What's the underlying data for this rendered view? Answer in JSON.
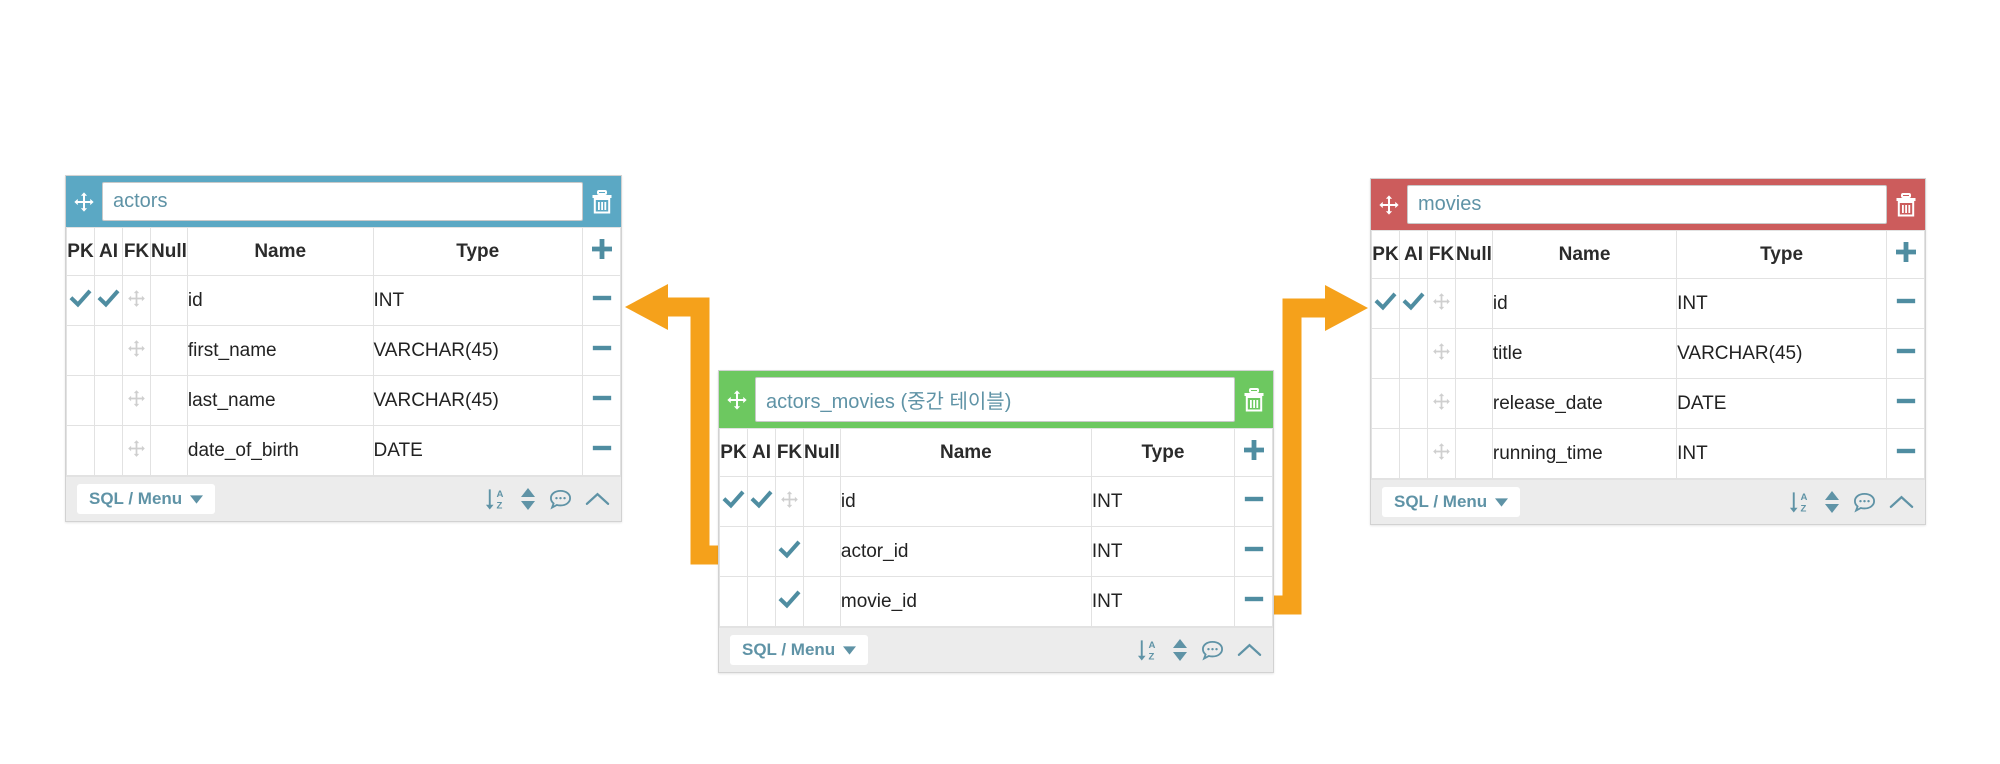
{
  "theme": {
    "accent_teal": "#5f93a6",
    "header_blue": "#5ba8c4",
    "header_green": "#6dc860",
    "header_red": "#cc5c5c",
    "connector_orange": "#f5a11b",
    "footer_bg": "#ececec"
  },
  "columns": {
    "pk": "PK",
    "ai": "AI",
    "fk": "FK",
    "null": "Null",
    "name": "Name",
    "type": "Type"
  },
  "footer": {
    "sql_menu_label": "SQL / Menu",
    "caret": "▼",
    "icons": {
      "sort_az": "sort-alpha-icon",
      "reorder": "reorder-updown-icon",
      "comment": "comment-icon",
      "collapse": "collapse-chevron-icon"
    }
  },
  "icons": {
    "move": "move-handle-icon",
    "trash": "trash-icon",
    "add_row": "plus-icon",
    "remove_row": "minus-icon",
    "checked": "checkmark-icon"
  },
  "tables": [
    {
      "id": "actors",
      "title": "actors",
      "header_color": "#5ba8c4",
      "color_name": "blue",
      "rows": [
        {
          "pk": true,
          "ai": true,
          "fk": false,
          "null": false,
          "name": "id",
          "type": "INT"
        },
        {
          "pk": false,
          "ai": false,
          "fk": false,
          "null": false,
          "name": "first_name",
          "type": "VARCHAR(45)"
        },
        {
          "pk": false,
          "ai": false,
          "fk": false,
          "null": false,
          "name": "last_name",
          "type": "VARCHAR(45)"
        },
        {
          "pk": false,
          "ai": false,
          "fk": false,
          "null": false,
          "name": "date_of_birth",
          "type": "DATE"
        }
      ]
    },
    {
      "id": "actors_movies",
      "title": "actors_movies (중간 테이블)",
      "header_color": "#6dc860",
      "color_name": "green",
      "rows": [
        {
          "pk": true,
          "ai": true,
          "fk": false,
          "null": false,
          "name": "id",
          "type": "INT"
        },
        {
          "pk": false,
          "ai": false,
          "fk": true,
          "null": false,
          "name": "actor_id",
          "type": "INT"
        },
        {
          "pk": false,
          "ai": false,
          "fk": true,
          "null": false,
          "name": "movie_id",
          "type": "INT"
        }
      ]
    },
    {
      "id": "movies",
      "title": "movies",
      "header_color": "#cc5c5c",
      "color_name": "red",
      "rows": [
        {
          "pk": true,
          "ai": true,
          "fk": false,
          "null": false,
          "name": "id",
          "type": "INT"
        },
        {
          "pk": false,
          "ai": false,
          "fk": false,
          "null": false,
          "name": "title",
          "type": "VARCHAR(45)"
        },
        {
          "pk": false,
          "ai": false,
          "fk": false,
          "null": false,
          "name": "release_date",
          "type": "DATE"
        },
        {
          "pk": false,
          "ai": false,
          "fk": false,
          "null": false,
          "name": "running_time",
          "type": "INT"
        }
      ]
    }
  ],
  "relationships": [
    {
      "from": "actors_movies.actor_id",
      "to": "actors.id"
    },
    {
      "from": "actors_movies.movie_id",
      "to": "movies.id"
    }
  ]
}
